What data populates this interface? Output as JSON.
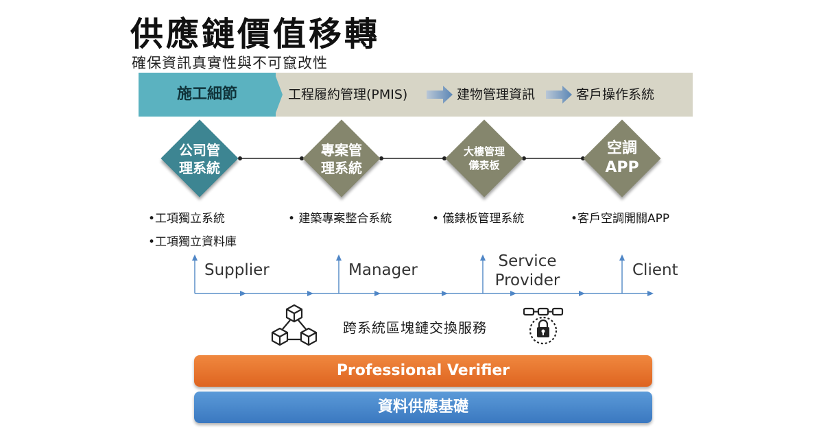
{
  "title": "供應鏈價值移轉",
  "subtitle": "確保資訊真實性與不可竄改性",
  "process": {
    "steps": [
      "施工細節",
      "工程履約管理(PMIS)",
      "建物管理資訊",
      "客戶操作系統"
    ]
  },
  "systems": [
    {
      "label_line1": "公司管",
      "label_line2": "理系統",
      "color": "#3d8592",
      "bullets": [
        "•工項獨立系統",
        "•工項獨立資料庫"
      ]
    },
    {
      "label_line1": "專案管",
      "label_line2": "理系統",
      "color": "#85866d",
      "bullets": [
        "• 建築專案整合系統"
      ]
    },
    {
      "label_line1": "大樓管理",
      "label_line2": "儀表板",
      "color": "#85866d",
      "bullets": [
        "• 儀錶板管理系統"
      ]
    },
    {
      "label_line1": "空調",
      "label_line2": "APP",
      "color": "#85866d",
      "bullets": [
        "•客戶空調開關APP"
      ]
    }
  ],
  "roles": [
    {
      "line1": "Supplier",
      "line2": ""
    },
    {
      "line1": "Manager",
      "line2": ""
    },
    {
      "line1": "Service",
      "line2": "Provider"
    },
    {
      "line1": "Client",
      "line2": ""
    }
  ],
  "exchange_label": "跨系統區塊鏈交換服務",
  "icons": [
    "blockchain-cubes-icon",
    "chain-lock-icon"
  ],
  "layers": {
    "verifier": "Professional Verifier",
    "foundation": "資料供應基礎"
  },
  "colors": {
    "accent_teal": "#5bb2c0",
    "banner": "#d7d5c6",
    "diamond_dark": "#3d8592",
    "diamond_olive": "#85866d",
    "verifier": "#e8742c",
    "foundation": "#4a89cc",
    "arrow_blue": "#4f86c6"
  }
}
